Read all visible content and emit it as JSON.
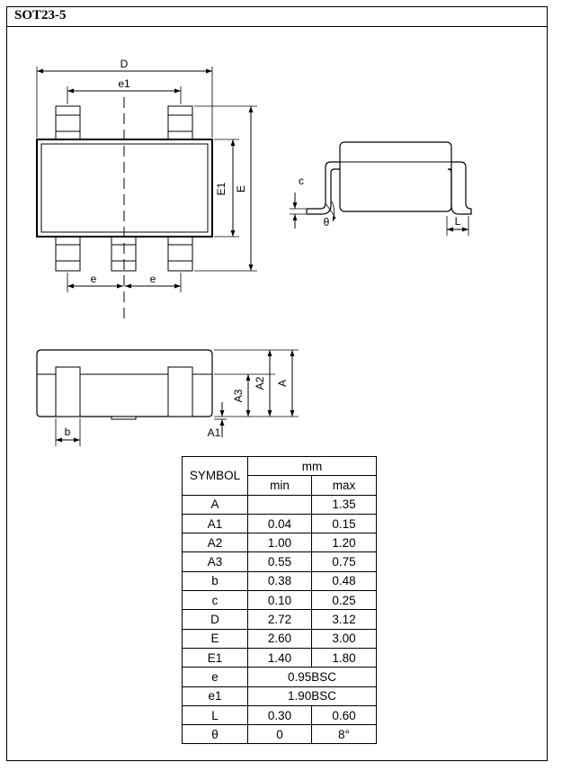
{
  "title": "SOT23-5",
  "labels": {
    "D": "D",
    "e1": "e1",
    "E1": "E1",
    "E": "E",
    "e": "e",
    "c": "c",
    "theta": "θ",
    "L": "L",
    "A": "A",
    "A2": "A2",
    "A3": "A3",
    "A1": "A1",
    "b": "b"
  },
  "table": {
    "symbol_header": "SYMBOL",
    "unit_header": "mm",
    "min_header": "min",
    "max_header": "max",
    "rows": [
      {
        "symbol": "A",
        "min": "",
        "max": "1.35"
      },
      {
        "symbol": "A1",
        "min": "0.04",
        "max": "0.15"
      },
      {
        "symbol": "A2",
        "min": "1.00",
        "max": "1.20"
      },
      {
        "symbol": "A3",
        "min": "0.55",
        "max": "0.75"
      },
      {
        "symbol": "b",
        "min": "0.38",
        "max": "0.48"
      },
      {
        "symbol": "c",
        "min": "0.10",
        "max": "0.25"
      },
      {
        "symbol": "D",
        "min": "2.72",
        "max": "3.12"
      },
      {
        "symbol": "E",
        "min": "2.60",
        "max": "3.00"
      },
      {
        "symbol": "E1",
        "min": "1.40",
        "max": "1.80"
      },
      {
        "symbol": "e",
        "span": "0.95BSC"
      },
      {
        "symbol": "e1",
        "span": "1.90BSC"
      },
      {
        "symbol": "L",
        "min": "0.30",
        "max": "0.60"
      },
      {
        "symbol": "θ",
        "min": "0",
        "max": "8°"
      }
    ]
  }
}
